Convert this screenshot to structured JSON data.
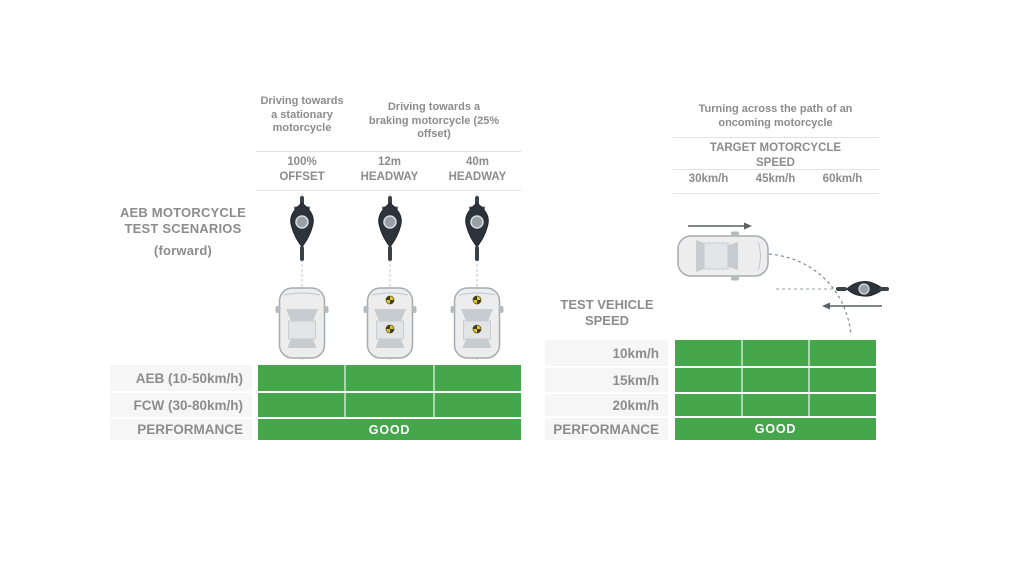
{
  "colors": {
    "green": "#46a64c",
    "text_gray": "#8c8c8c",
    "separator": "#e2e2e2",
    "label_band": "#f6f6f6"
  },
  "icons": {
    "left_scenario": "motorcycle-above-car-top-view",
    "right_scenario": "car-turning-across-oncoming-motorcycle-path"
  },
  "left_panel": {
    "title": "AEB MOTORCYCLE TEST SCENARIOS",
    "subtitle": "(forward)",
    "scenario_groups": [
      {
        "label": "Driving towards a stationary motorcycle",
        "columns_spanned": 1
      },
      {
        "label": "Driving towards a braking motorcycle (25% offset)",
        "columns_spanned": 2
      }
    ],
    "column_headers": [
      "100% OFFSET",
      "12m HEADWAY",
      "40m HEADWAY"
    ],
    "test_rows": [
      {
        "label": "AEB (10-50km/h)",
        "cell_results": [
          "green",
          "green",
          "green"
        ]
      },
      {
        "label": "FCW (30-80km/h)",
        "cell_results": [
          "green",
          "green",
          "green"
        ]
      }
    ],
    "performance_row": {
      "label": "PERFORMANCE",
      "value": "GOOD"
    }
  },
  "right_panel": {
    "scenario_label": "Turning across the path of an oncoming motorcycle",
    "target_header": "TARGET MOTORCYCLE SPEED",
    "column_headers": [
      "30km/h",
      "45km/h",
      "60km/h"
    ],
    "side_label": "TEST VEHICLE SPEED",
    "test_rows": [
      {
        "label": "10km/h",
        "cell_results": [
          "green",
          "green",
          "green"
        ]
      },
      {
        "label": "15km/h",
        "cell_results": [
          "green",
          "green",
          "green"
        ]
      },
      {
        "label": "20km/h",
        "cell_results": [
          "green",
          "green",
          "green"
        ]
      }
    ],
    "performance_row": {
      "label": "PERFORMANCE",
      "value": "GOOD"
    }
  }
}
